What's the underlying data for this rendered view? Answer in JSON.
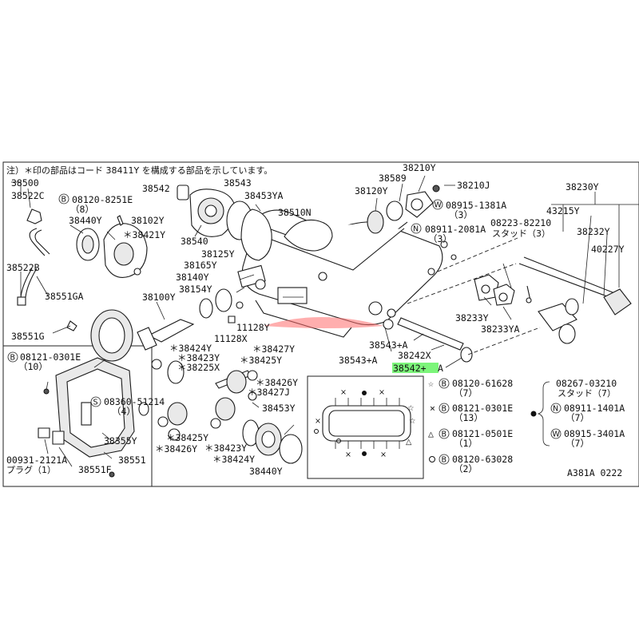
{
  "note": "注）＊印の部品はコード 38411Y を構成する部品を示しています。",
  "diagram_code": "A381A 0222",
  "labels": {
    "p38500": "38500",
    "p38522C": "38522C",
    "p08120_8251E": "08120-8251E",
    "p08120_8251E_qty": "（8）",
    "p38440Y_a": "38440Y",
    "p38102Y": "38102Y",
    "p38421Y": "＊38421Y",
    "p38522B": "38522B",
    "p38551GA": "38551GA",
    "p38551G": "38551G",
    "p38542": "38542",
    "p38543": "38543",
    "p38453YA": "38453YA",
    "p38510N": "38510N",
    "p38540": "38540",
    "p38125Y": "38125Y",
    "p38165Y": "38165Y",
    "p38140Y": "38140Y",
    "p38154Y": "38154Y",
    "p38100Y": "38100Y",
    "p11128Y": "11128Y",
    "p11128X": "11128X",
    "p38424Y_a": "＊38424Y",
    "p38423Y_a": "＊38423Y",
    "p38225X": "＊38225X",
    "p38427Y": "＊38427Y",
    "p38425Y_a": "＊38425Y",
    "p38426Y_a": "＊38426Y",
    "p38427J": "＊38427J",
    "p38453Y": "38453Y",
    "p38425Y_b": "＊38425Y",
    "p38426Y_b": "＊38426Y",
    "p38423Y_b": "＊38423Y",
    "p38424Y_b": "＊38424Y",
    "p38440Y_b": "38440Y",
    "p38120Y": "38120Y",
    "p38589": "38589",
    "p38210Y": "38210Y",
    "p38210J": "38210J",
    "p08915_1381A": "08915-1381A",
    "p08915_1381A_qty": "（3）",
    "p08911_2081A": "08911-2081A",
    "p08911_2081A_qty": "（3）",
    "p38230Y": "38230Y",
    "p43215Y": "43215Y",
    "p08223_82210": "08223-82210",
    "p08223_82210_sub": "スタッド（3）",
    "p38232Y": "38232Y",
    "p40227Y": "40227Y",
    "p38233Y": "38233Y",
    "p38233YA": "38233YA",
    "p38543A_a": "38543+A",
    "p38242X": "38242X",
    "p38543A_b": "38543+A",
    "p38542A": "38542+",
    "p38542A_suffix": "A",
    "p08121_0301E": "08121-0301E",
    "p08121_0301E_qty": "（10）",
    "p08360_51214": "08360-51214",
    "p08360_51214_qty": "（4）",
    "p38355Y": "38355Y",
    "p00931_2121A": "00931-2121A",
    "p00931_sub": "プラグ（1）",
    "p38551F": "38551F",
    "p38551": "38551"
  },
  "legend": {
    "star": {
      "code": "08120-61628",
      "qty": "（7）"
    },
    "cross": {
      "code": "08121-0301E",
      "qty": "（13）"
    },
    "triangle": {
      "code": "08121-0501E",
      "qty": "（1）"
    },
    "circle": {
      "code": "08120-63028",
      "qty": "（2）"
    },
    "dot_stud": {
      "code": "08267-03210",
      "sub": "スタッド（7）"
    },
    "dot_n": {
      "code": "08911-1401A",
      "qty": "（7）"
    },
    "dot_w": {
      "code": "08915-3401A",
      "qty": "（7）"
    }
  },
  "symbols": {
    "B": "B",
    "W": "W",
    "N": "N",
    "S": "S"
  }
}
